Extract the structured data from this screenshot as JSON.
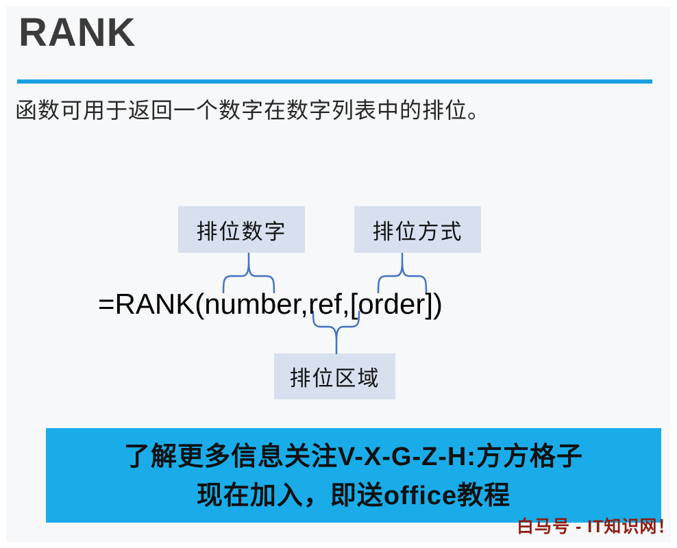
{
  "header": {
    "title": "RANK",
    "description": "函数可用于返回一个数字在数字列表中的排位。"
  },
  "diagram": {
    "formula": "=RANK(number,ref,[order])",
    "callouts": [
      {
        "label": "排位数字",
        "target": "number",
        "position": "top-left"
      },
      {
        "label": "排位方式",
        "target": "[order]",
        "position": "top-right"
      },
      {
        "label": "排位区域",
        "target": "ref",
        "position": "bottom"
      }
    ]
  },
  "banner": {
    "line1": "了解更多信息关注V-X-G-Z-H:方方格子",
    "line2": "现在加入，即送office教程"
  },
  "watermark": {
    "text": "白马号 - IT知识网！"
  },
  "colors": {
    "accent_rule_blue": "#1b9fe3",
    "banner_blue": "#1aace9",
    "callout_box_bg": "#d8e0ef",
    "brace_blue": "#4472c4",
    "watermark_red": "#8e1d12",
    "title_gray": "#3b3b3b"
  }
}
